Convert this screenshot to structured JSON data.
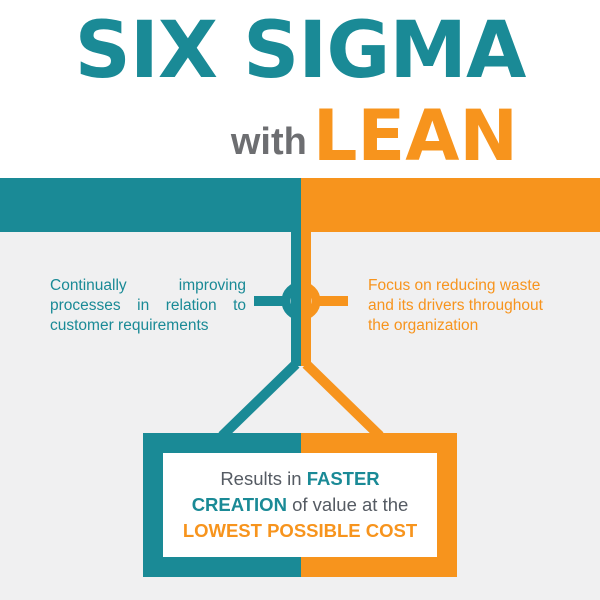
{
  "colors": {
    "teal": "#1a8a96",
    "orange": "#f7941d",
    "grey_text": "#6d6e71",
    "result_text": "#555b63",
    "background_grey": "#f0f0f1"
  },
  "title": {
    "line1": "SIX SIGMA",
    "with": "with",
    "lean": "LEAN"
  },
  "six_sigma": {
    "description": "Continually improving processes in relation to customer requirements"
  },
  "lean": {
    "description": "Focus on reducing waste and its drivers throughout the organization"
  },
  "result": {
    "part1": "Results in ",
    "part2": "FASTER",
    "part3": "CREATION",
    "part4": " of value at the",
    "part5": "LOWEST POSSIBLE COST"
  }
}
